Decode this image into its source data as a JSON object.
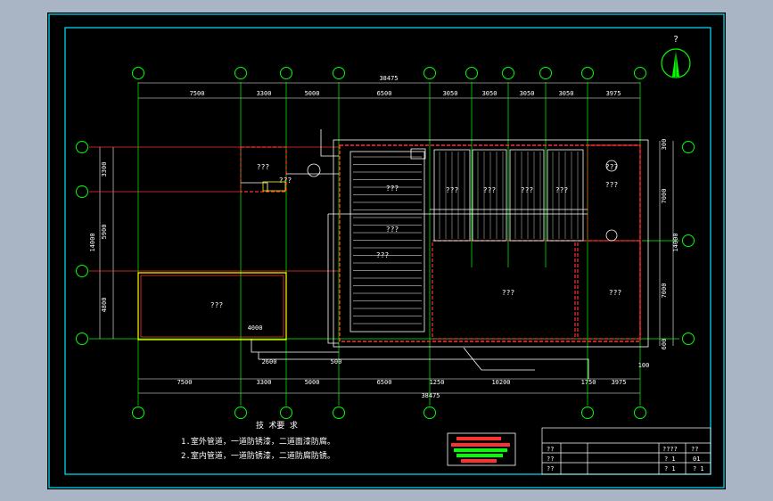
{
  "drawing": {
    "dims_top": [
      "7500",
      "3300",
      "5000",
      "6500",
      "3050",
      "3050",
      "3050",
      "3050",
      "3975"
    ],
    "dims_bottom": [
      "7500",
      "3300",
      "5000",
      "6500",
      "1250",
      "10200",
      "1750",
      "3975"
    ],
    "total_top": "38475",
    "total_bottom": "38475",
    "dims_left": [
      "3300",
      "5900",
      "4800"
    ],
    "dim_left_total": "14000",
    "dims_right": [
      "300",
      "7000",
      "7000",
      "600"
    ],
    "dim_right_total": "14000",
    "rooms": [
      "???",
      "???",
      "???",
      "???",
      "???",
      "???",
      "???",
      "???",
      "???",
      "???",
      "???",
      "???",
      "???"
    ],
    "stair_label": "???",
    "north_label": "?",
    "small_dims": [
      "2600",
      "4000",
      "500",
      "100"
    ],
    "notes_title": "技 术要 求",
    "notes": [
      "1.室外管道，一道防锈漆，二道面漆防腐。",
      "2.室内管道，一道防锈漆，二道防腐防锈。"
    ]
  },
  "title_block": {
    "cells": [
      "??",
      "??",
      "??",
      "????",
      "??",
      "? 1",
      "01",
      "? 1",
      "? 1"
    ]
  },
  "colors": {
    "frame": "#00e5ff",
    "axis": "#00ff00",
    "wall": "#ff3030",
    "yellow": "#ffff00",
    "pipe": "#ffffff",
    "background": "#000000"
  }
}
